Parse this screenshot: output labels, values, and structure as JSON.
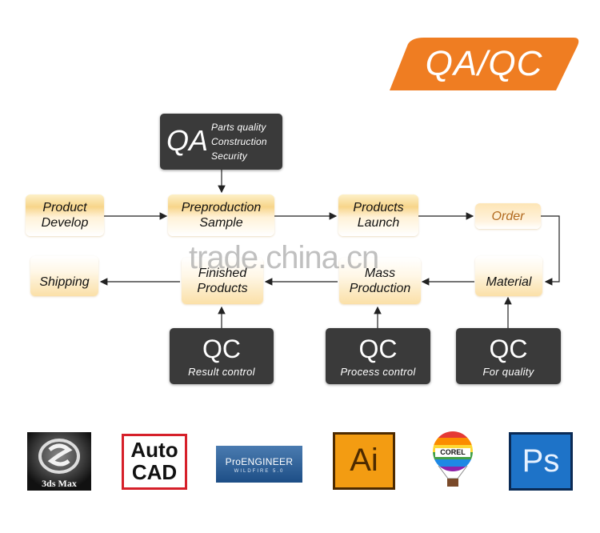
{
  "banner": {
    "label": "QA/QC",
    "color": "#ef7d22"
  },
  "qa_box": {
    "title": "QA",
    "lines": [
      "Parts quality",
      "Construction",
      "Security"
    ]
  },
  "process": {
    "product_develop": [
      "Product",
      "Develop"
    ],
    "preproduction_sample": [
      "Preproduction",
      "Sample"
    ],
    "products_launch": [
      "Products",
      "Launch"
    ],
    "order": "Order",
    "shipping": "Shipping",
    "finished_products": [
      "Finished",
      "Products"
    ],
    "mass_production": [
      "Mass",
      "Production"
    ],
    "material": "Material"
  },
  "qc_boxes": [
    {
      "title": "QC",
      "subtitle": "Result control"
    },
    {
      "title": "QC",
      "subtitle": "Process control"
    },
    {
      "title": "QC",
      "subtitle": "For quality"
    }
  ],
  "watermark": "trade.china.cn",
  "logos": {
    "max3ds": "3ds Max",
    "autocad": [
      "Auto",
      "CAD"
    ],
    "proengineer": {
      "name": "ProENGINEER",
      "tag": "WILDFIRE 5.0"
    },
    "illustrator": "Ai",
    "corel": "COREL",
    "photoshop": "Ps"
  }
}
